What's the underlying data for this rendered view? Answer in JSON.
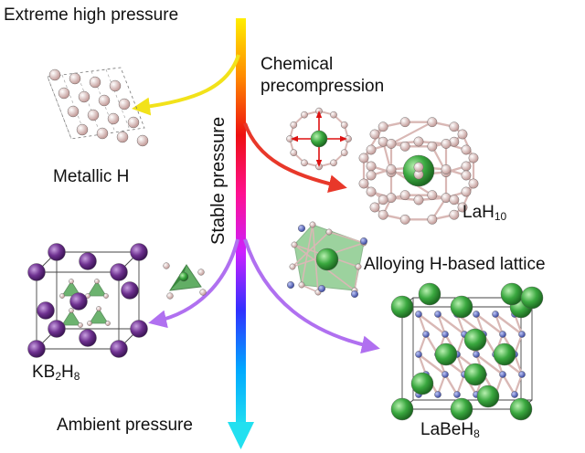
{
  "labels": {
    "extreme": "Extreme high pressure",
    "chemical_line1": "Chemical",
    "chemical_line2": "precompression",
    "metallic": "Metallic H",
    "lah_base": "LaH",
    "lah_sub": "10",
    "stable": "Stable pressure",
    "alloying": "Alloying H-based lattice",
    "kbh_k": "KB",
    "kbh_sub1": "2",
    "kbh_h": "H",
    "kbh_sub2": "8",
    "ambient": "Ambient pressure",
    "labeh_base": "LaBeH",
    "labeh_sub": "8"
  },
  "colors": {
    "pressure_gradient": [
      "#ffee00",
      "#ff8a00",
      "#ee1010",
      "#ff1090",
      "#cc20ff",
      "#3030ff",
      "#00a8ff",
      "#22e0f0"
    ],
    "arrow_yellow": "#f2e21a",
    "arrow_red": "#e8382a",
    "arrow_purple": "#b070f0",
    "hydrogen": "#d9b8b5",
    "lanthanum": "#45b54a",
    "potassium": "#7d3fa0",
    "boron_beryllium": "#5a6bc0"
  }
}
